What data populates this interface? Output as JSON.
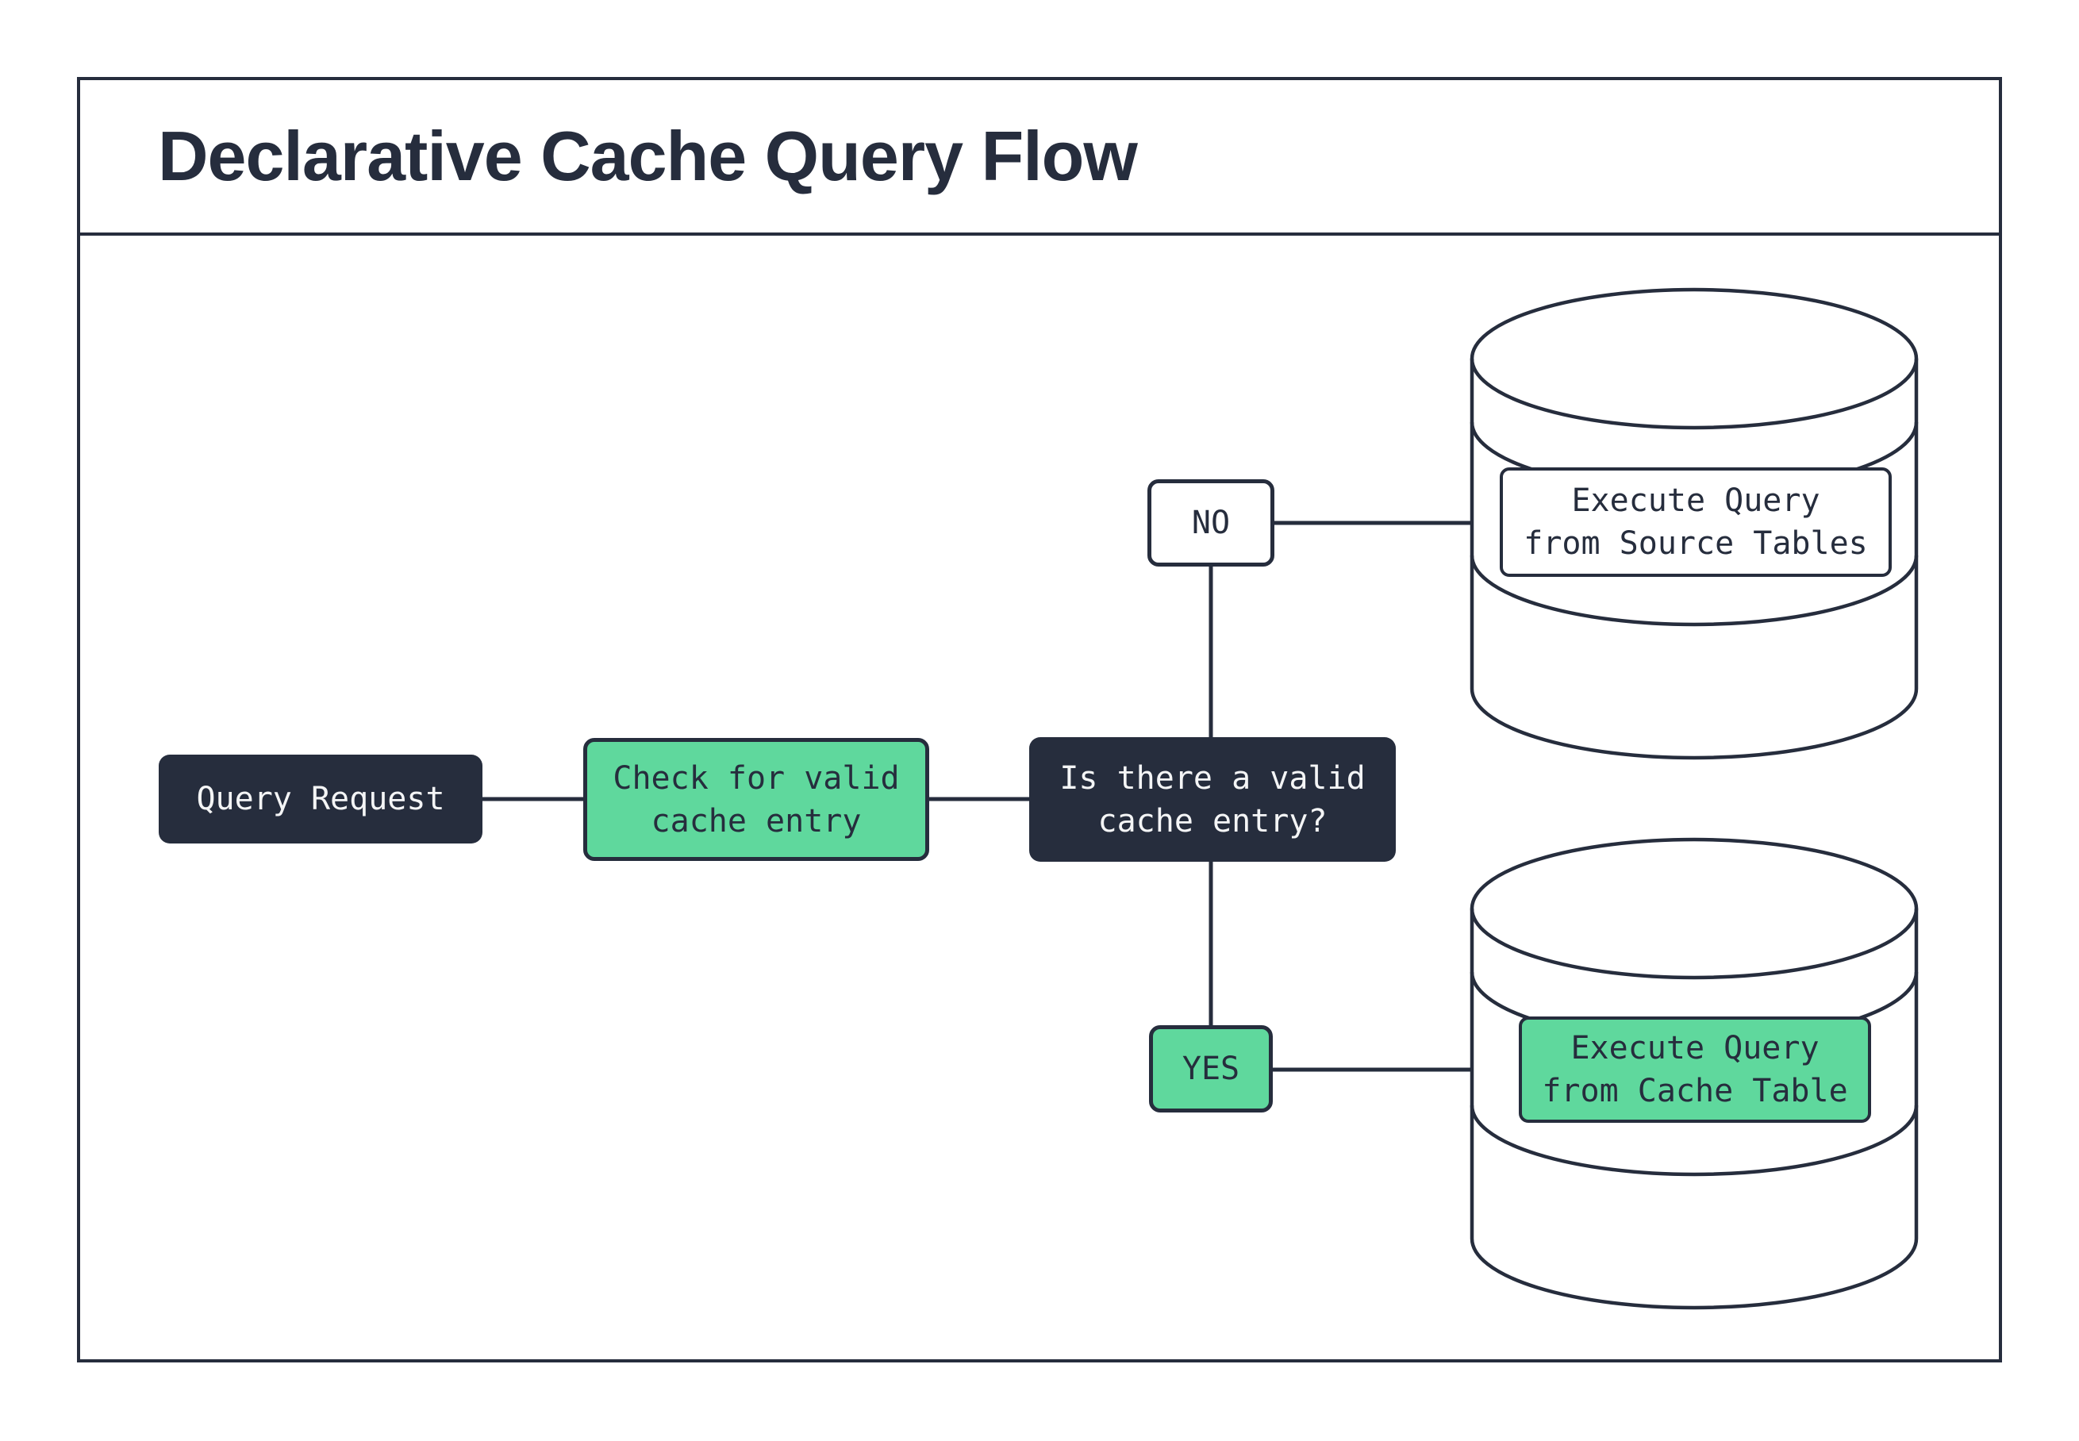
{
  "title": "Declarative Cache Query Flow",
  "flow": {
    "query_request": "Query Request",
    "check_cache": "Check for valid\ncache entry",
    "decision": "Is there a valid\ncache entry?",
    "branch_no": "NO",
    "branch_yes": "YES",
    "execute_source": "Execute Query\nfrom Source Tables",
    "execute_cache": "Execute Query\nfrom Cache Table"
  },
  "colors": {
    "ink": "#262d3d",
    "green": "#5fd89d",
    "paper": "#ffffff"
  }
}
